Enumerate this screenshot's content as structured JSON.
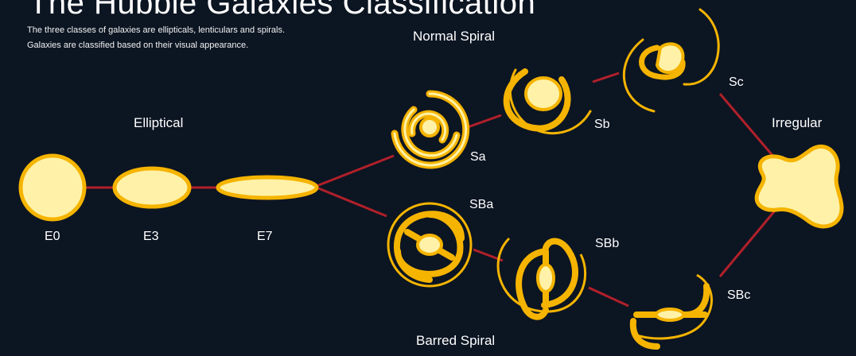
{
  "title": "The Hubble Galaxies Classification",
  "subtitle_lines": [
    "The three classes of galaxies are ellipticals, lenticulars and spirals.",
    "Galaxies are classified based on their visual appearance."
  ],
  "groups": {
    "elliptical": "Elliptical",
    "normal_spiral": "Normal Spiral",
    "barred_spiral": "Barred Spiral",
    "irregular": "Irregular"
  },
  "galaxies": {
    "e0": "E0",
    "e3": "E3",
    "e7": "E7",
    "sa": "Sa",
    "sb": "Sb",
    "sc": "Sc",
    "sba": "SBa",
    "sbb": "SBb",
    "sbc": "SBc"
  },
  "colors": {
    "background": "#0c1522",
    "galaxy_fill": "#fff2a8",
    "galaxy_outline": "#f5b400",
    "connector": "#b0202a",
    "text": "#ffffff"
  }
}
